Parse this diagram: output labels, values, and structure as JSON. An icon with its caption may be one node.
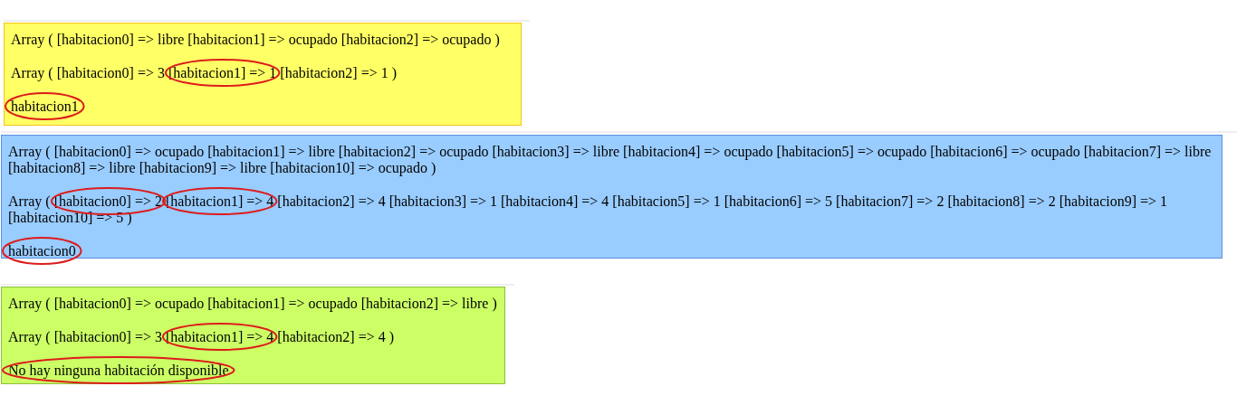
{
  "diagram": {
    "nodes": [
      {
        "text": [
          "Array ( [habitacion0] => libre [habitacion1] => ocupado [habitacion2] => ocupado )",
          "Array ( [habitacion0] => 3 [habitacion1] => 1 [habitacion2] => 1 )",
          "habitacion1"
        ]
      },
      {
        "text": [
          "Array ( [habitacion0] => ocupado [habitacion1] => libre [habitacion2] => ocupado [habitacion3] => libre [habitacion4] => ocupado [habitacion5] => ocupado [habitacion6] => ocupado [habitacion7] => libre [habitacion8] => libre [habitacion9] => libre [habitacion10] => ocupado )",
          "Array ( [habitacion0] => 2 [habitacion1] => 4 [habitacion2] => 4 [habitacion3] => 1 [habitacion4] => 4 [habitacion5] => 1 [habitacion6] => 5 [habitacion7] => 2 [habitacion8] => 2 [habitacion9] => 1 [habitacion10] => 5 )",
          "habitacion0"
        ]
      },
      {
        "text": [
          "Array ( [habitacion0] => ocupado [habitacion1] => ocupado [habitacion2] => libre )",
          "Array ( [habitacion0] => 3 [habitacion1] => 4 [habitacion2] => 4 )",
          "No hay ninguna habitación disponible"
        ]
      }
    ],
    "edges": []
  }
}
